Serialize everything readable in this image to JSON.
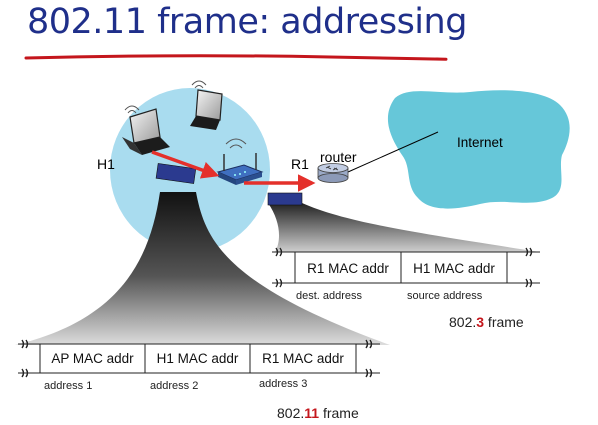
{
  "title": "802.11 frame: addressing",
  "colors": {
    "title": "#1f2f8a",
    "underline": "#c4161c",
    "cloud": "#66c7d9",
    "bss": "#a9dcef",
    "arrow": "#e4302b",
    "frame_block": "#2b3a8f",
    "highlight": "#c4161c"
  },
  "nodes": {
    "h1_label": "H1",
    "r1_label": "R1",
    "router_label": "router",
    "internet_label": "Internet"
  },
  "frame_80211": {
    "title_prefix": "802.",
    "title_highlight": "11",
    "title_suffix": " frame",
    "fields": [
      "AP MAC addr",
      "H1 MAC addr",
      "R1 MAC addr"
    ],
    "field_captions": [
      "address 1",
      "address 2",
      "address 3"
    ]
  },
  "frame_8023": {
    "title_prefix": "802.",
    "title_highlight": "3",
    "title_suffix": " frame",
    "fields": [
      "R1 MAC addr",
      "H1 MAC addr"
    ],
    "field_captions": [
      "dest. address",
      "source address"
    ]
  },
  "icons": [
    "laptop-icon",
    "access-point-icon",
    "router-icon",
    "cloud-icon",
    "wifi-signal-icon"
  ]
}
